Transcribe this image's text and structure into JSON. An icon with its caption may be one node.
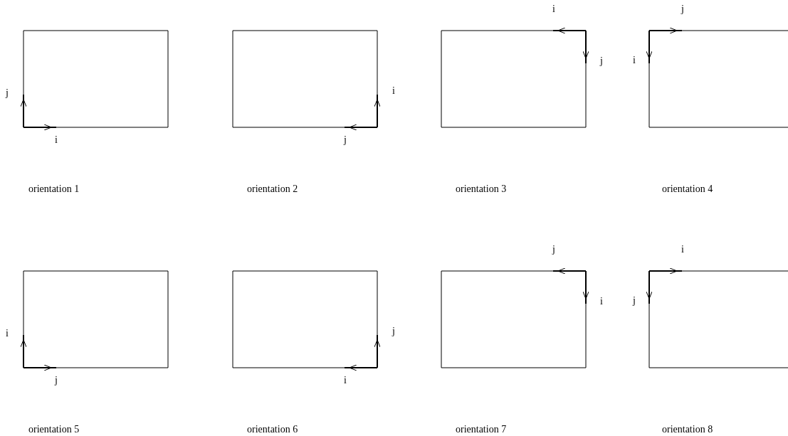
{
  "diagram": {
    "labels": [
      "i",
      "j",
      "j",
      "i",
      "j",
      "i",
      "i",
      "j",
      "orientation 1",
      "orientation 2",
      "orientation 3",
      "orientation 4",
      "j",
      "i",
      "i",
      "j",
      "i",
      "j",
      "j",
      "i",
      "orientation 5",
      "orientation 6",
      "orientation 7",
      "orientation 8"
    ]
  }
}
